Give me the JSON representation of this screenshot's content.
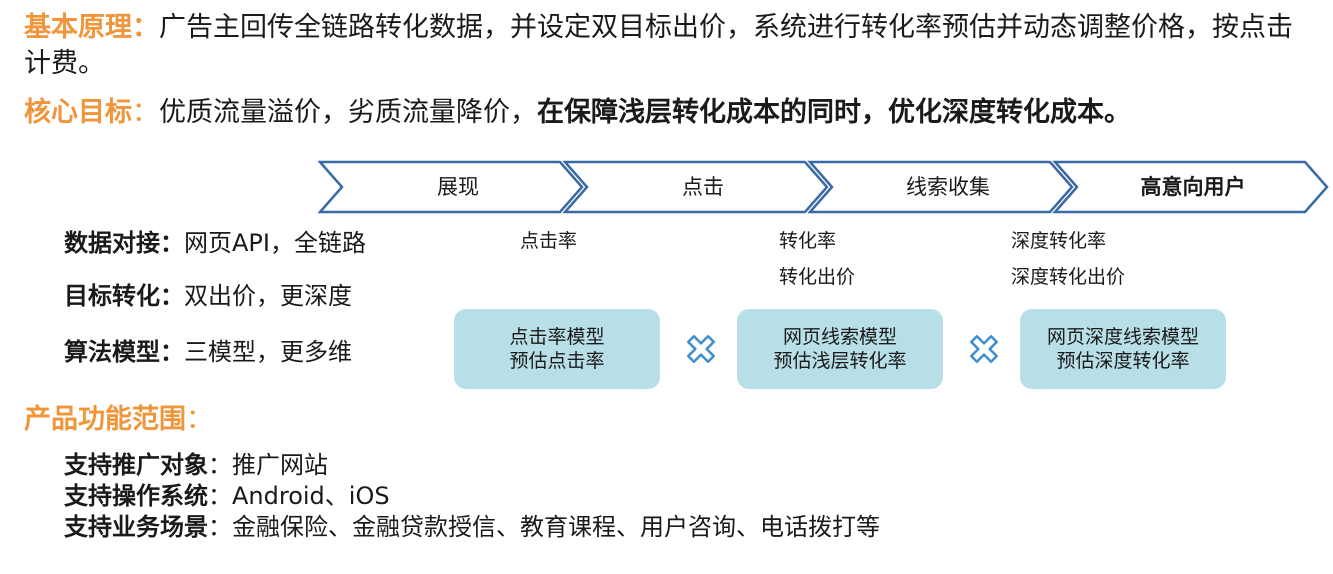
{
  "principle": {
    "label": "基本原理：",
    "text": "广告主回传全链路转化数据，并设定双目标出价，系统进行转化率预估并动态调整价格，按点击计费。"
  },
  "goal": {
    "label": "核心目标",
    "sep": "：",
    "text": "优质流量溢价，劣质流量降价，",
    "bold_text": "在保障浅层转化成本的同时，优化深度转化成本。"
  },
  "stages": [
    "展现",
    "点击",
    "线索收集",
    "高意向用户"
  ],
  "specs": [
    {
      "label": "数据对接：",
      "value": "网页API，全链路"
    },
    {
      "label": "目标转化：",
      "value": "双出价，更深度"
    },
    {
      "label": "算法模型：",
      "value": "三模型，更多维"
    }
  ],
  "metrics": {
    "click": [
      "点击率"
    ],
    "lead": [
      "转化率",
      "转化出价"
    ],
    "deep": [
      "深度转化率",
      "深度转化出价"
    ]
  },
  "models": [
    {
      "line1": "点击率模型",
      "line2": "预估点击率"
    },
    {
      "line1": "网页线索模型",
      "line2": "预估浅层转化率"
    },
    {
      "line1": "网页深度线索模型",
      "line2": "预估深度转化率"
    }
  ],
  "scope": {
    "title": "产品功能范围",
    "sep": "：",
    "items": [
      {
        "label": "支持推广对象",
        "value": "：推广网站"
      },
      {
        "label": "支持操作系统",
        "value": "：Android、iOS"
      },
      {
        "label": "支持业务场景",
        "value": "：金融保险、金融贷款授信、教育课程、用户咨询、电话拨打等"
      }
    ]
  },
  "colors": {
    "accent": "#f0953a",
    "chevron_stroke": "#3a69a8",
    "model_box": "#b8dfe8",
    "connector_icon": "#3f8ed1"
  }
}
